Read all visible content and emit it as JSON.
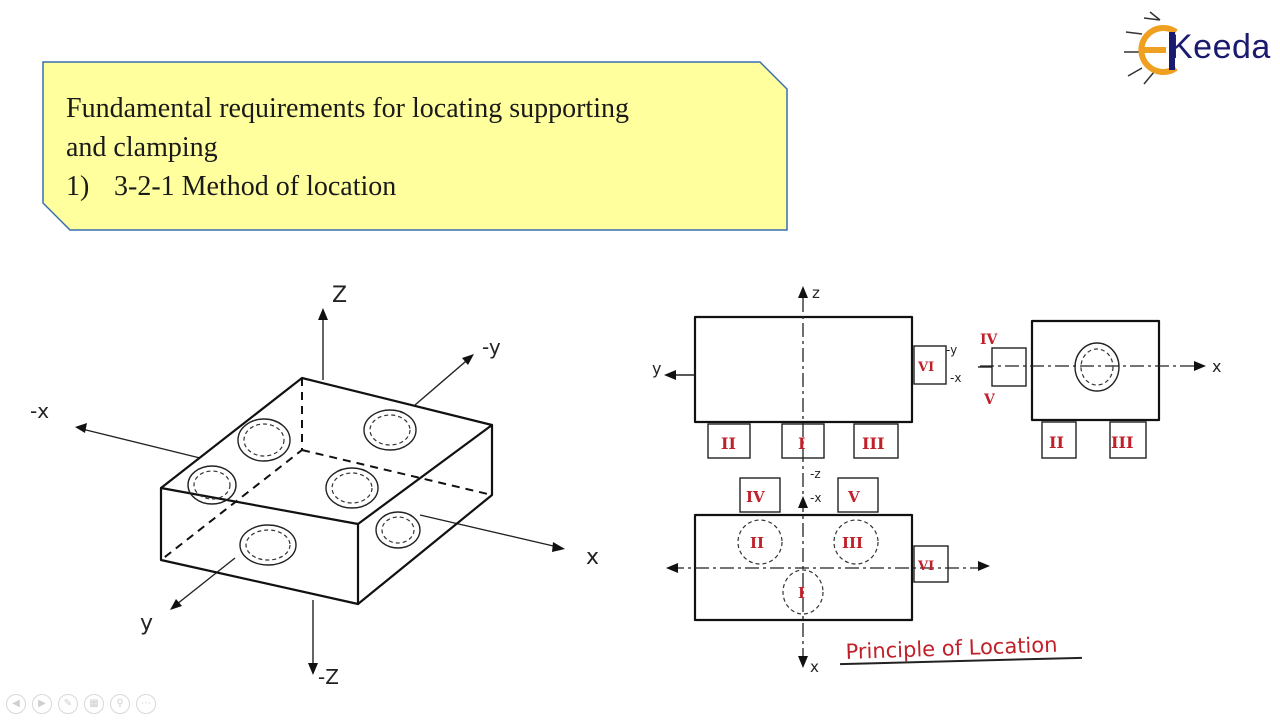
{
  "slide": {
    "title_lines": [
      "Fundamental requirements for locating supporting",
      "and clamping"
    ],
    "list_item": {
      "number": "1)",
      "text": "3-2-1 Method of location"
    }
  },
  "logo": {
    "text": "Keeda",
    "icon": "ekeeda-bug-logo-icon",
    "colors": {
      "orange": "#f0a020",
      "navy": "#1a1a6e"
    }
  },
  "iso_axes": {
    "z": "Z",
    "neg_z": "-Z",
    "neg_y": "-y",
    "y": "y",
    "x": "x",
    "neg_x": "-x"
  },
  "views": {
    "front_axes": {
      "z": "z",
      "y": "y",
      "neg_y": "-y",
      "neg_x": "-x"
    },
    "side_axes": {
      "x": "x"
    },
    "top_axes": {
      "neg_z": "-z",
      "neg_x": "-x",
      "x": "x"
    },
    "locators": {
      "I": "I",
      "II": "II",
      "III": "III",
      "IV": "IV",
      "V": "V",
      "VI": "VI"
    },
    "caption": "Principle of Location"
  },
  "colors": {
    "banner_fill": "#ffff9e",
    "banner_border": "#3a6db0",
    "locator_red": "#c0202a"
  },
  "toolbar_icons": [
    "prev-icon",
    "next-icon",
    "pen-icon",
    "slides-icon",
    "zoom-icon",
    "more-icon"
  ]
}
